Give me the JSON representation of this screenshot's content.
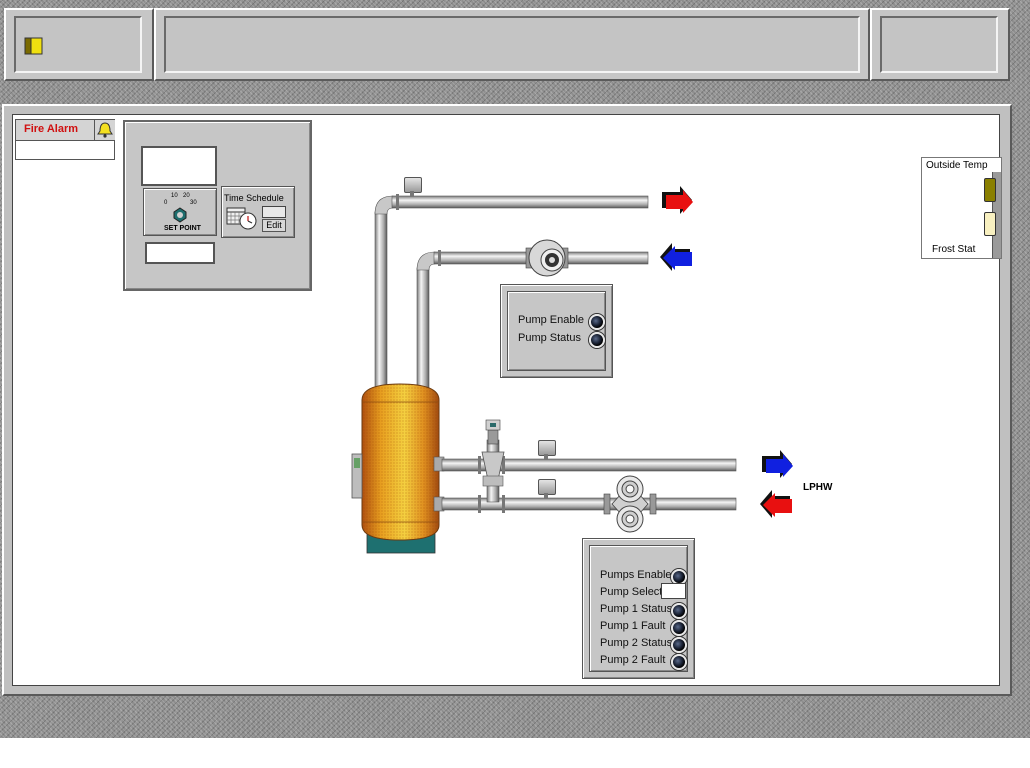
{
  "colors": {
    "supply_arrow": "#e81010",
    "return_arrow": "#1020e0",
    "tank": "#e8a020",
    "tank_base": "#1e7070",
    "alarm_text": "#d01010"
  },
  "header": {
    "logo_icon": "door-icon"
  },
  "fire_alarm": {
    "label": "Fire Alarm",
    "icon": "bell-icon"
  },
  "control_panel": {
    "setpoint_label": "SET POINT",
    "dial_ticks": [
      "0",
      "10",
      "20",
      "30"
    ],
    "time_schedule_label": "Time Schedule",
    "edit_label": "Edit"
  },
  "outside": {
    "temp_label": "Outside Temp",
    "frost_label": "Frost Stat"
  },
  "primary_pump": {
    "enable_label": "Pump Enable",
    "status_label": "Pump Status"
  },
  "lphw": {
    "label": "LPHW"
  },
  "secondary_pumps": {
    "enable_label": "Pumps Enable",
    "select_label": "Pump Select",
    "p1_status_label": "Pump 1 Status",
    "p1_fault_label": "Pump 1 Fault",
    "p2_status_label": "Pump 2 Status",
    "p2_fault_label": "Pump 2 Fault"
  }
}
